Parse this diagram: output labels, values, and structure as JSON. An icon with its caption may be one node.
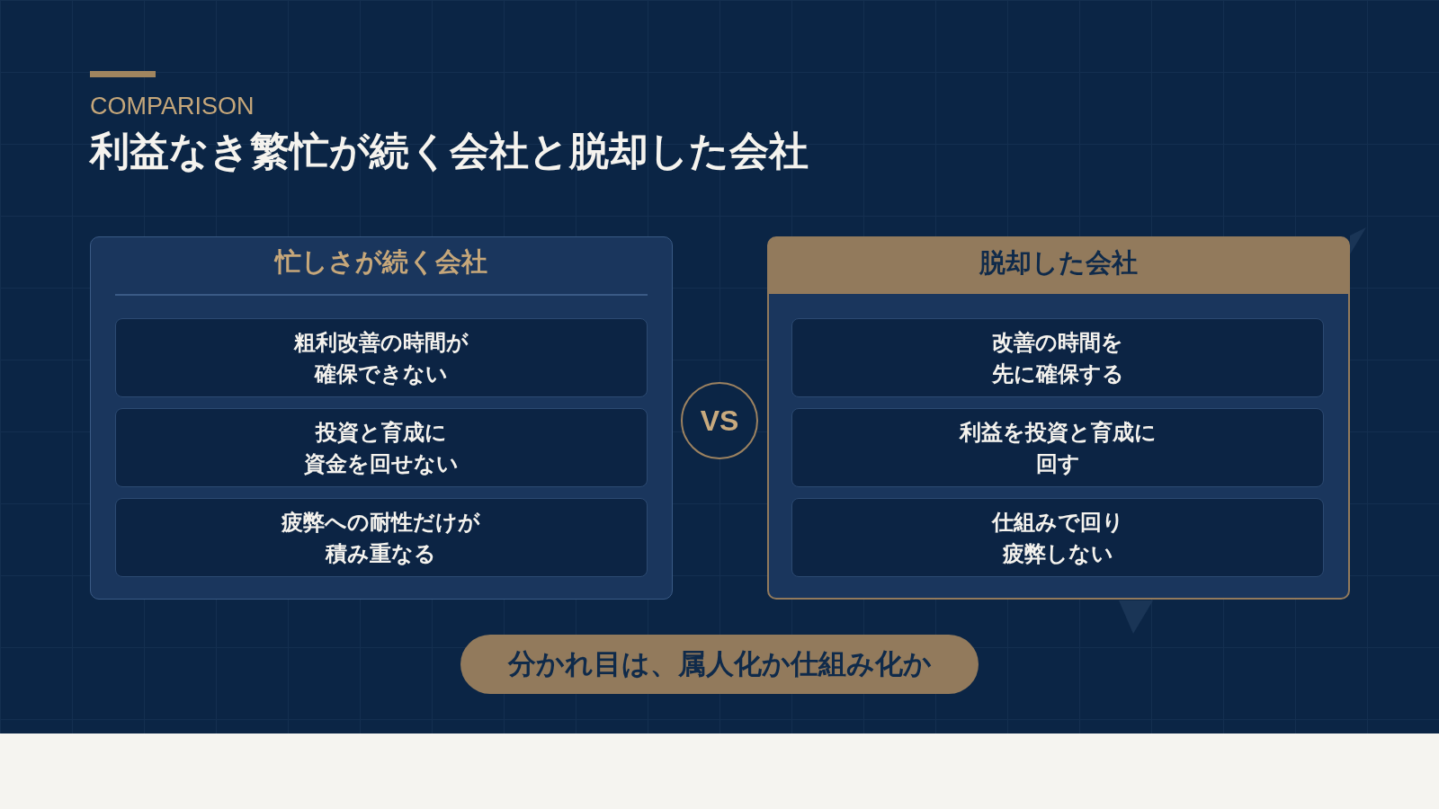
{
  "diagram": {
    "title": "利益なき繁忙が続く会社と脱却した会社",
    "nodes": [
      {
        "text": [
          "忙しさが続く会社"
        ]
      },
      {
        "text": [
          "粗利改善の時間が確保できない"
        ],
        "in": 0
      },
      {
        "text": [
          "投資と育成に資金を回せない"
        ],
        "in": 0
      },
      {
        "text": [
          "疲弊への耐性だけが積み重なる"
        ],
        "in": 0
      },
      {
        "text": [
          "VS"
        ]
      },
      {
        "text": [
          "脱却した会社"
        ]
      },
      {
        "text": [
          "改善の時間を先に確保する"
        ],
        "in": 5
      },
      {
        "text": [
          "利益を投資と育成に回す"
        ],
        "in": 5
      },
      {
        "text": [
          "仕組みで回り疲弊しない"
        ],
        "in": 5
      },
      {
        "text": [
          "分かれ目は、属人化か仕組み化か"
        ]
      }
    ],
    "labels": [
      "COMPARISON"
    ]
  }
}
